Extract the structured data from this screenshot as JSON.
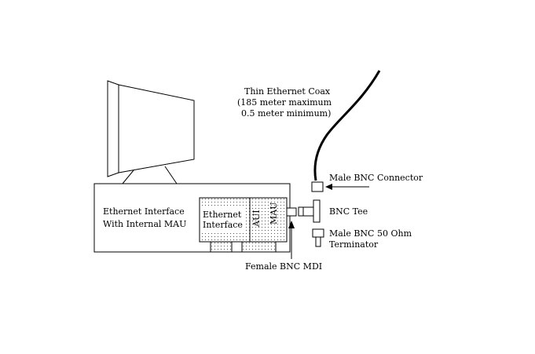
{
  "diagram": {
    "coax_label": {
      "line1": "Thin Ethernet Coax",
      "line2": "(185 meter maximum",
      "line3": "0.5 meter minimum)"
    },
    "male_bnc_connector": "Male BNC Connector",
    "bnc_tee": "BNC Tee",
    "terminator": {
      "line1": "Male BNC 50 Ohm",
      "line2": "Terminator"
    },
    "female_bnc_mdi": "Female BNC MDI",
    "computer_label": {
      "line1": "Ethernet Interface",
      "line2": "With Internal MAU"
    },
    "card_label": {
      "line1": "Ethernet",
      "line2": "Interface"
    },
    "aui": "AUI",
    "mau": "MAU"
  }
}
